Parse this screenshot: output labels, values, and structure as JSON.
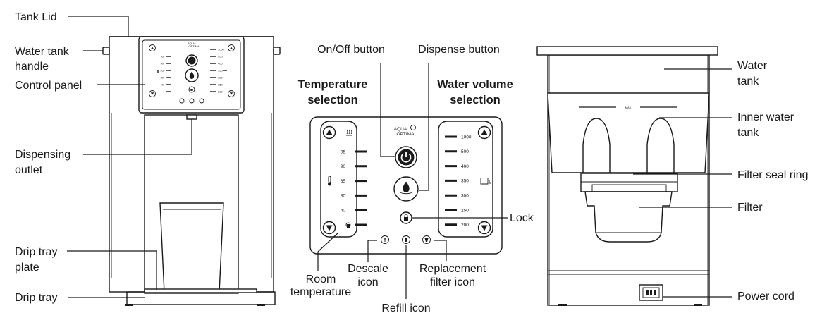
{
  "left_figure": {
    "labels": {
      "tank_lid": "Tank Lid",
      "water_tank_handle_1": "Water tank",
      "water_tank_handle_2": "handle",
      "control_panel": "Control panel",
      "dispensing_outlet_1": "Dispensing",
      "dispensing_outlet_2": "outlet",
      "drip_tray_plate_1": "Drip tray",
      "drip_tray_plate_2": "plate",
      "drip_tray": "Drip tray"
    },
    "mini_panel": {
      "brand_top": "AQUA",
      "brand_bottom": "OPTIMA",
      "temps": [
        "95",
        "90",
        "85",
        "80",
        "40"
      ],
      "volumes": [
        "1000",
        "500",
        "400",
        "350",
        "300",
        "250",
        "200"
      ]
    }
  },
  "middle_figure": {
    "labels": {
      "on_off_button": "On/Off button",
      "dispense_button": "Dispense button",
      "temperature_selection_1": "Temperature",
      "temperature_selection_2": "selection",
      "water_volume_selection_1": "Water volume",
      "water_volume_selection_2": "selection",
      "lock": "Lock",
      "room_temperature_1": "Room",
      "room_temperature_2": "temperature",
      "descale_icon_1": "Descale",
      "descale_icon_2": "icon",
      "replacement_filter_icon_1": "Replacement",
      "replacement_filter_icon_2": "filter icon",
      "refill_icon": "Refill icon"
    },
    "panel": {
      "brand_top": "AQUA",
      "brand_bottom": "OPTIMA",
      "temperatures": [
        "95",
        "90",
        "85",
        "80",
        "40"
      ],
      "volumes": [
        "1000",
        "500",
        "400",
        "350",
        "300",
        "250",
        "200"
      ]
    }
  },
  "right_figure": {
    "labels": {
      "water_tank_1": "Water",
      "water_tank_2": "tank",
      "inner_water_tank_1": "Inner water",
      "inner_water_tank_2": "tank",
      "filter_seal_ring": "Filter seal ring",
      "filter": "Filter",
      "power_cord": "Power cord",
      "max_mark": "MAX"
    }
  },
  "icons": {
    "power": "power-icon",
    "drop": "water-drop-icon",
    "lock": "lock-icon",
    "up": "arrow-up-icon",
    "down": "arrow-down-icon",
    "thermometer": "thermometer-icon",
    "cup": "cup-icon",
    "room": "room-temperature-icon",
    "descale": "descale-icon",
    "refill": "refill-icon",
    "filter": "replacement-filter-icon"
  }
}
